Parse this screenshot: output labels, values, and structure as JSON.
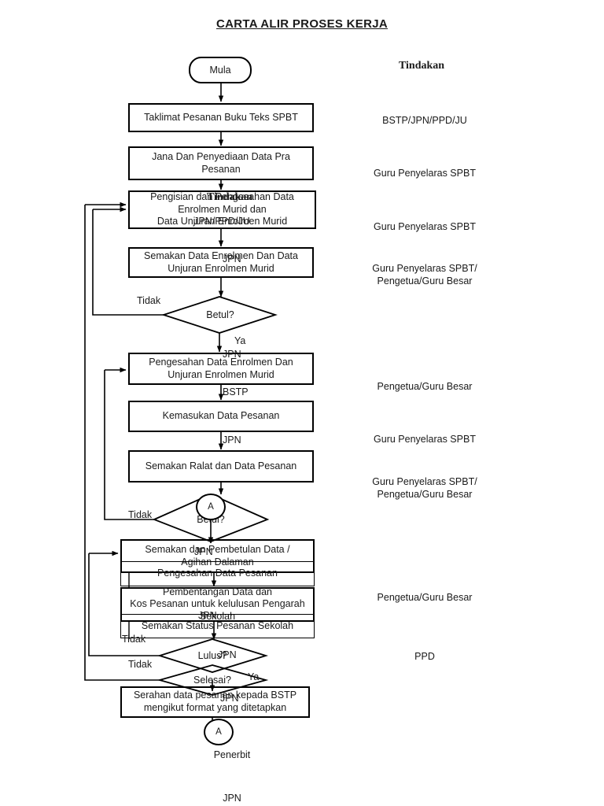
{
  "page": {
    "title": "CARTA ALIR PROSES KERJA",
    "column_header": "Tindakan"
  },
  "nodes": {
    "start": "Mula",
    "p1": "Taklimat Pesanan Buku Teks SPBT",
    "p2": "Jana Dan Penyediaan Data Pra\nPesanan",
    "p3": "Pengisian dan Pengesahan Data\nEnrolmen Murid dan\nData Unjuran Enrolmen Murid",
    "p4": "Semakan Data Enrolmen  Dan Data\nUnjuran Enrolmen Murid",
    "d1": "Betul?",
    "p5": "Pengesahan Data Enrolmen Dan\nUnjuran Enrolmen Murid",
    "p6": "Kemasukan Data Pesanan",
    "p7": "Semakan Ralat dan Data Pesanan",
    "d2": "Betul?",
    "p8": "Semakan dan Pembetulan Data /\nAgihan Dalaman",
    "p9": "Pengesahan Data Pesanan",
    "p10": "Pembentangan Data dan\nKos Pesanan untuk kelulusan Pengarah\nSekolah",
    "p11": "Semakan Status Pesanan Sekolah",
    "d3": "Lulus?",
    "d4": "Selesai?",
    "p12": "Serahan data pesanan kepada BSTP\nmengikut format yang ditetapkan",
    "connector_a_mid": "A",
    "connector_a_end": "A"
  },
  "edge_labels": {
    "tidak_1": "Tidak",
    "ya_1": "Ya",
    "jpn_1": "JPN",
    "jpn_2": "JPN",
    "bstp_1": "BSTP",
    "jpn_3": "JPN",
    "tidak_2": "Tidak",
    "jpn_4": "JPN",
    "jpn_5": "JPN",
    "tidak_3": "Tidak",
    "tidak_4": "Tidak",
    "ya_2": "Ya",
    "jpn_6": "JPN",
    "jpn_7": "JPN"
  },
  "overlay_artifacts": {
    "tindakan_overlay": "Tindakan",
    "jpn_ppd_ju_overlay": "JPN/PPD/JU"
  },
  "actions": [
    "BSTP/JPN/PPD/JU",
    "Guru Penyelaras SPBT",
    "Guru Penyelaras SPBT",
    "Guru Penyelaras SPBT/\nPengetua/Guru Besar",
    "Pengetua/Guru Besar",
    "Guru Penyelaras SPBT",
    "Guru Penyelaras SPBT/\nPengetua/Guru Besar",
    "Pengetua/Guru Besar",
    "PPD"
  ],
  "footer": {
    "penerbit": "Penerbit",
    "jpn": "JPN"
  },
  "colors": {
    "ink": "#000000",
    "text": "#1a1a1a",
    "background": "#ffffff"
  }
}
